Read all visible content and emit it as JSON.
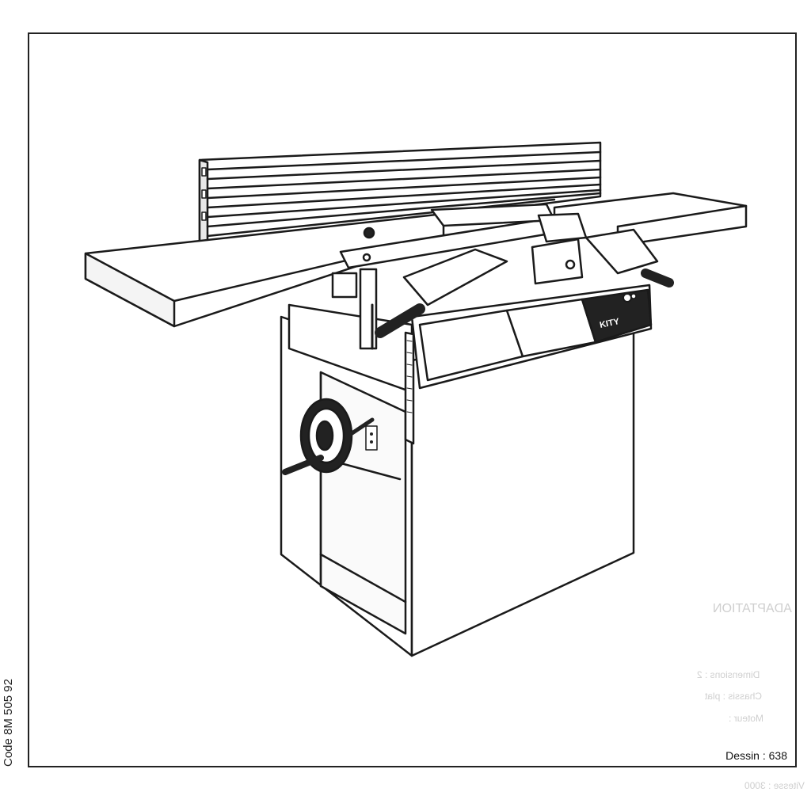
{
  "document": {
    "code_label": "Code 8M 505 92",
    "drawing_label": "Dessin : 638",
    "brand_badge": "KITY"
  },
  "bleed_through": {
    "lines": [
      "ADAPTATION",
      "Dimensions : 2",
      "Chassis : plat",
      "Moteur :",
      "Vitesse : 3000"
    ]
  }
}
